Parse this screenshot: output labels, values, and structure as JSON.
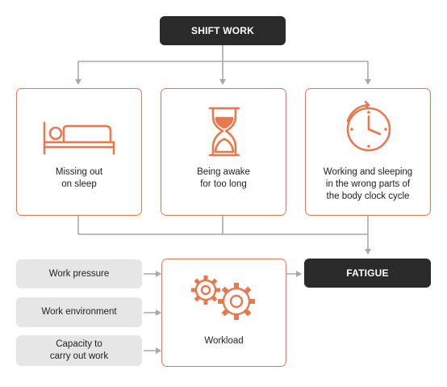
{
  "shift_work": "SHIFT WORK",
  "fatigue": "FATIGUE",
  "causes": [
    {
      "label": "Missing out\non sleep",
      "icon": "bed-icon"
    },
    {
      "label": "Being awake\nfor too long",
      "icon": "hourglass-icon"
    },
    {
      "label": "Working and sleeping\nin the wrong parts of\nthe body clock cycle",
      "icon": "clock-icon"
    }
  ],
  "factors": [
    {
      "label": "Work pressure"
    },
    {
      "label": "Work environment"
    },
    {
      "label": "Capacity to\ncarry out work"
    }
  ],
  "workload": {
    "label": "Workload",
    "icon": "gears-icon"
  },
  "colors": {
    "accent": "#e8794f",
    "dark": "#2b2a2b",
    "grey_box": "#e6e6e7",
    "connector": "#a8a8a8"
  }
}
